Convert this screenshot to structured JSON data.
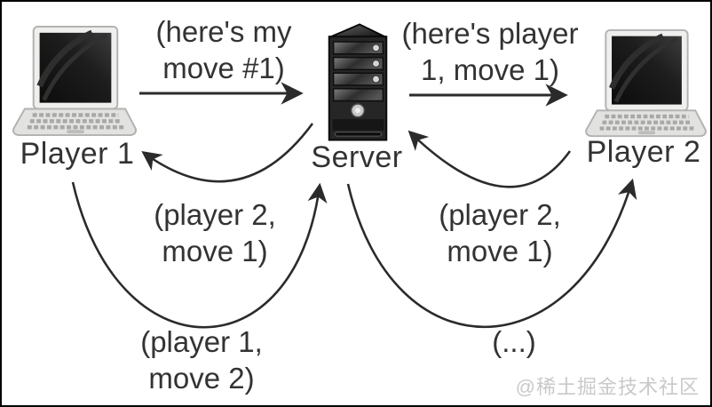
{
  "diagram": {
    "title_hint": "client-server game message flow",
    "colors": {
      "background": "#ffffff",
      "border": "#000000",
      "text": "#333333",
      "line": "#2b2b2b",
      "watermark": "#c9c9c9"
    },
    "nodes": {
      "player1": {
        "label": "Player 1",
        "icon": "laptop-icon"
      },
      "server": {
        "label": "Server",
        "icon": "server-tower-icon"
      },
      "player2": {
        "label": "Player 2",
        "icon": "laptop-icon"
      }
    },
    "messages": {
      "p1_to_server_straight": {
        "line1": "(here's my",
        "line2": "move #1)"
      },
      "server_to_p2_straight": {
        "line1": "(here's player",
        "line2": "1, move 1)"
      },
      "server_to_p1_curve": {
        "line1": "(player 2,",
        "line2": "move 1)"
      },
      "p2_to_server_curve": {
        "line1": "(player 2,",
        "line2": "move 1)"
      },
      "p1_to_server_arc": {
        "line1": "(player 1,",
        "line2": "move 2)"
      },
      "server_to_p2_arc": {
        "line1": "(...)",
        "line2": ""
      }
    },
    "watermark": "@稀土掘金技术社区"
  }
}
